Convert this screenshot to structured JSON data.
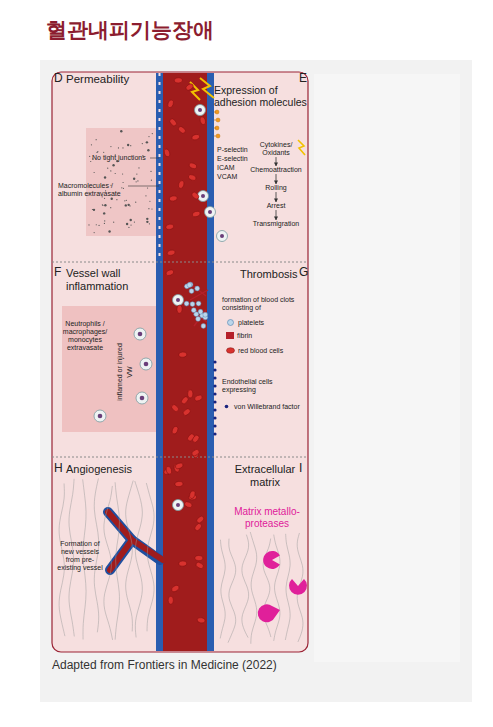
{
  "diagram": {
    "title": "혈관내피기능장애",
    "caption": "Adapted from Frontiers in Medicine (2022)",
    "nodes": [
      {
        "text": [
          "Cytokines/ Oxidants"
        ]
      },
      {
        "text": [
          "Chemoattraction"
        ]
      },
      {
        "text": [
          "Rolling"
        ]
      },
      {
        "text": [
          "Arrest"
        ]
      },
      {
        "text": [
          "Transmigration"
        ]
      }
    ],
    "edges": [
      {
        "from": 0,
        "to": 1,
        "arrow": "to"
      },
      {
        "from": 1,
        "to": 2,
        "arrow": "to"
      },
      {
        "from": 2,
        "to": 3,
        "arrow": "to"
      },
      {
        "from": 3,
        "to": 4,
        "arrow": "to"
      }
    ],
    "labels": [
      "D",
      "Permeability",
      "No tight junctions",
      "Macromolecules / albumin extravasate",
      "Expression of adhesion molecules",
      "E",
      "P-selectin",
      "E-selectin",
      "ICAM",
      "VCAM",
      "F",
      "Vessel wall inflammation",
      "Neutrophils / macrophages/ monocytes extravasate",
      "inflamed or injured",
      "VW",
      "Thrombosis",
      "G",
      "formation of blood clots consisting of",
      "Endothelial cells expressing",
      "H",
      "Angiogenesis",
      "Formation of new vessels from pre-existing vessel",
      "Extracellular matrix",
      "I",
      "Matrix metallo- proteases"
    ],
    "legend": [
      {
        "text": "platelets"
      },
      {
        "text": "fibrin",
        "color": "#b5202a"
      },
      {
        "text": "red blood cells"
      },
      {
        "text": "von Willebrand factor"
      }
    ]
  }
}
